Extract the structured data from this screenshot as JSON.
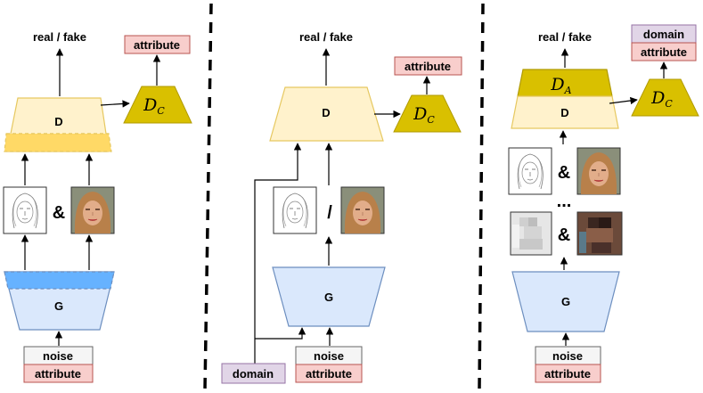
{
  "panel_left": {
    "output_label": "real / fake",
    "disc_label": "D",
    "cls_main": "D",
    "cls_sub": "C",
    "cls_output": "attribute",
    "gen_label": "G",
    "pair_symbol": "&",
    "input_noise": "noise",
    "input_attribute": "attribute"
  },
  "panel_middle": {
    "output_label": "real / fake",
    "disc_label": "D",
    "cls_main": "D",
    "cls_sub": "C",
    "cls_output": "attribute",
    "gen_label": "G",
    "pair_symbol": "/",
    "input_domain": "domain",
    "input_noise": "noise",
    "input_attribute": "attribute"
  },
  "panel_right": {
    "output_label": "real / fake",
    "disc_top_main": "D",
    "disc_top_sub": "A",
    "disc_label": "D",
    "cls_main": "D",
    "cls_sub": "C",
    "cls_output_domain": "domain",
    "cls_output_attribute": "attribute",
    "pair_symbol_top": "&",
    "ellipsis": "...",
    "pair_symbol_bottom": "&",
    "gen_label": "G",
    "input_noise": "noise",
    "input_attribute": "attribute"
  },
  "colors": {
    "disc_fill": "#fff2cc",
    "disc_stroke": "#e6c860",
    "disc_band": "#ffd966",
    "cls_fill": "#d9c000",
    "cls_stroke": "#b09a00",
    "gen_fill": "#dae8fc",
    "gen_stroke": "#6c8ebf",
    "gen_band": "#66b2ff",
    "noise_fill": "#f5f5f5",
    "noise_stroke": "#666666",
    "attr_fill": "#f8cecc",
    "attr_stroke": "#b85450",
    "domain_fill": "#e1d5e7",
    "domain_stroke": "#9673a6",
    "divider": "#000000"
  }
}
